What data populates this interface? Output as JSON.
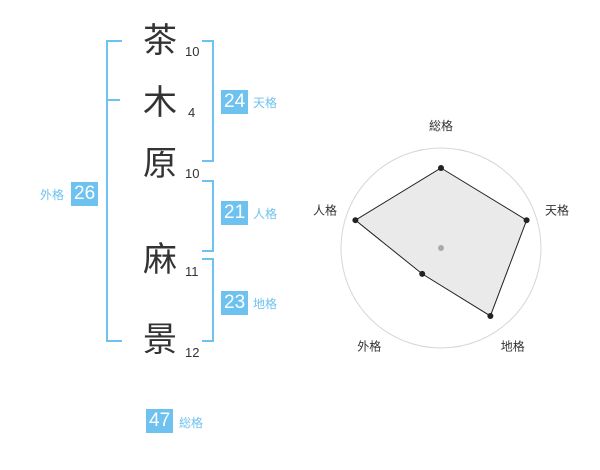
{
  "name": {
    "chars": [
      {
        "char": "茶",
        "strokes": "10"
      },
      {
        "char": "木",
        "strokes": "4"
      },
      {
        "char": "原",
        "strokes": "10"
      },
      {
        "char": "麻",
        "strokes": "11"
      },
      {
        "char": "景",
        "strokes": "12"
      }
    ]
  },
  "fortune": {
    "tenkaku": {
      "value": "24",
      "label": "天格"
    },
    "jinkaku": {
      "value": "21",
      "label": "人格"
    },
    "chikaku": {
      "value": "23",
      "label": "地格"
    },
    "gaikaku": {
      "value": "26",
      "label": "外格"
    },
    "soukaku": {
      "value": "47",
      "label": "総格"
    }
  },
  "colors": {
    "accent": "#6ec2f0",
    "text": "#333333",
    "radar_fill": "#e8e8e8"
  },
  "chart_data": {
    "type": "radar",
    "axes": [
      "総格",
      "天格",
      "地格",
      "外格",
      "人格"
    ],
    "values": [
      4,
      4.5,
      4.2,
      1.6,
      4.5
    ],
    "max": 5,
    "rings": 5
  }
}
